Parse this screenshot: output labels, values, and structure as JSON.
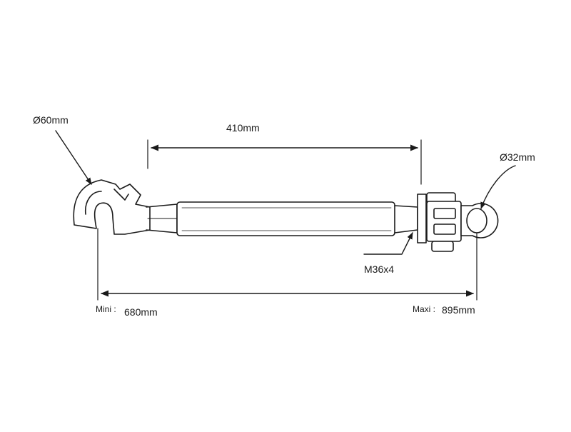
{
  "labels": {
    "hook_diameter": "Ø60mm",
    "length_410": "410mm",
    "eye_diameter": "Ø32mm",
    "thread": "M36x4",
    "mini_label": "Mini :",
    "mini_value": "680mm",
    "maxi_label": "Maxi :",
    "maxi_value": "895mm"
  },
  "colors": {
    "line": "#1a1a1a",
    "fill": "#ffffff"
  }
}
